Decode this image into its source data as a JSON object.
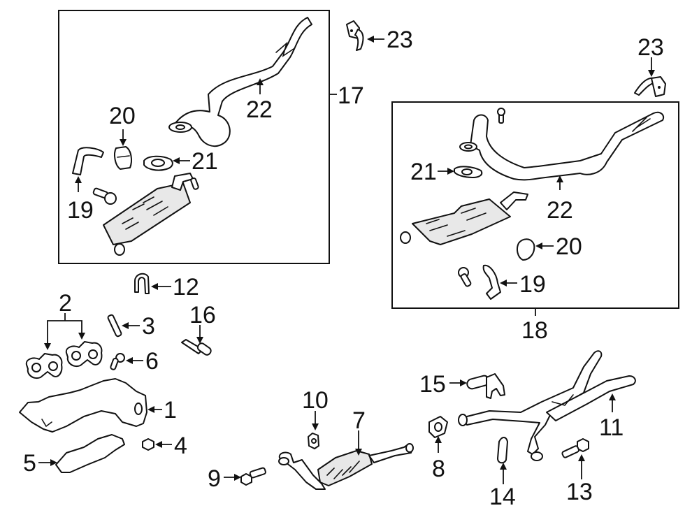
{
  "title": "Exhaust System Parts Diagram",
  "groups": [
    {
      "id": "17",
      "label": "17",
      "contains": [
        "19",
        "20",
        "21",
        "22"
      ]
    },
    {
      "id": "18",
      "label": "18",
      "contains": [
        "19",
        "20",
        "21",
        "22"
      ]
    }
  ],
  "callouts": [
    {
      "id": "c1",
      "number": "1",
      "part": "exhaust-manifold"
    },
    {
      "id": "c2",
      "number": "2",
      "part": "manifold-gasket"
    },
    {
      "id": "c3",
      "number": "3",
      "part": "stud"
    },
    {
      "id": "c4",
      "number": "4",
      "part": "nut"
    },
    {
      "id": "c5",
      "number": "5",
      "part": "heat-shield"
    },
    {
      "id": "c6",
      "number": "6",
      "part": "bolt"
    },
    {
      "id": "c7",
      "number": "7",
      "part": "catalytic-converter"
    },
    {
      "id": "c8",
      "number": "8",
      "part": "gasket"
    },
    {
      "id": "c9",
      "number": "9",
      "part": "bolt"
    },
    {
      "id": "c10",
      "number": "10",
      "part": "nut"
    },
    {
      "id": "c11",
      "number": "11",
      "part": "crossover-pipe"
    },
    {
      "id": "c12",
      "number": "12",
      "part": "clamp"
    },
    {
      "id": "c13",
      "number": "13",
      "part": "bolt"
    },
    {
      "id": "c14",
      "number": "14",
      "part": "sensor"
    },
    {
      "id": "c15",
      "number": "15",
      "part": "pipe"
    },
    {
      "id": "c16",
      "number": "16",
      "part": "hanger"
    },
    {
      "id": "c17",
      "number": "17",
      "part": "muffler-assembly-upper"
    },
    {
      "id": "c18",
      "number": "18",
      "part": "muffler-assembly-lower"
    },
    {
      "id": "c19a",
      "number": "19",
      "part": "hanger"
    },
    {
      "id": "c20a",
      "number": "20",
      "part": "insulator"
    },
    {
      "id": "c21a",
      "number": "21",
      "part": "gasket"
    },
    {
      "id": "c22a",
      "number": "22",
      "part": "tail-pipe"
    },
    {
      "id": "c23a",
      "number": "23",
      "part": "hanger"
    },
    {
      "id": "c19b",
      "number": "19",
      "part": "hanger"
    },
    {
      "id": "c20b",
      "number": "20",
      "part": "insulator"
    },
    {
      "id": "c21b",
      "number": "21",
      "part": "gasket"
    },
    {
      "id": "c22b",
      "number": "22",
      "part": "tail-pipe"
    },
    {
      "id": "c23b",
      "number": "23",
      "part": "hanger"
    }
  ],
  "labels": {
    "n1": "1",
    "n2": "2",
    "n3": "3",
    "n4": "4",
    "n5": "5",
    "n6": "6",
    "n7": "7",
    "n8": "8",
    "n9": "9",
    "n10": "10",
    "n11": "11",
    "n12": "12",
    "n13": "13",
    "n14": "14",
    "n15": "15",
    "n16": "16",
    "n17": "17",
    "n18": "18",
    "n19a": "19",
    "n20a": "20",
    "n21a": "21",
    "n22a": "22",
    "n23a": "23",
    "n19b": "19",
    "n20b": "20",
    "n21b": "21",
    "n22b": "22",
    "n23b": "23"
  }
}
